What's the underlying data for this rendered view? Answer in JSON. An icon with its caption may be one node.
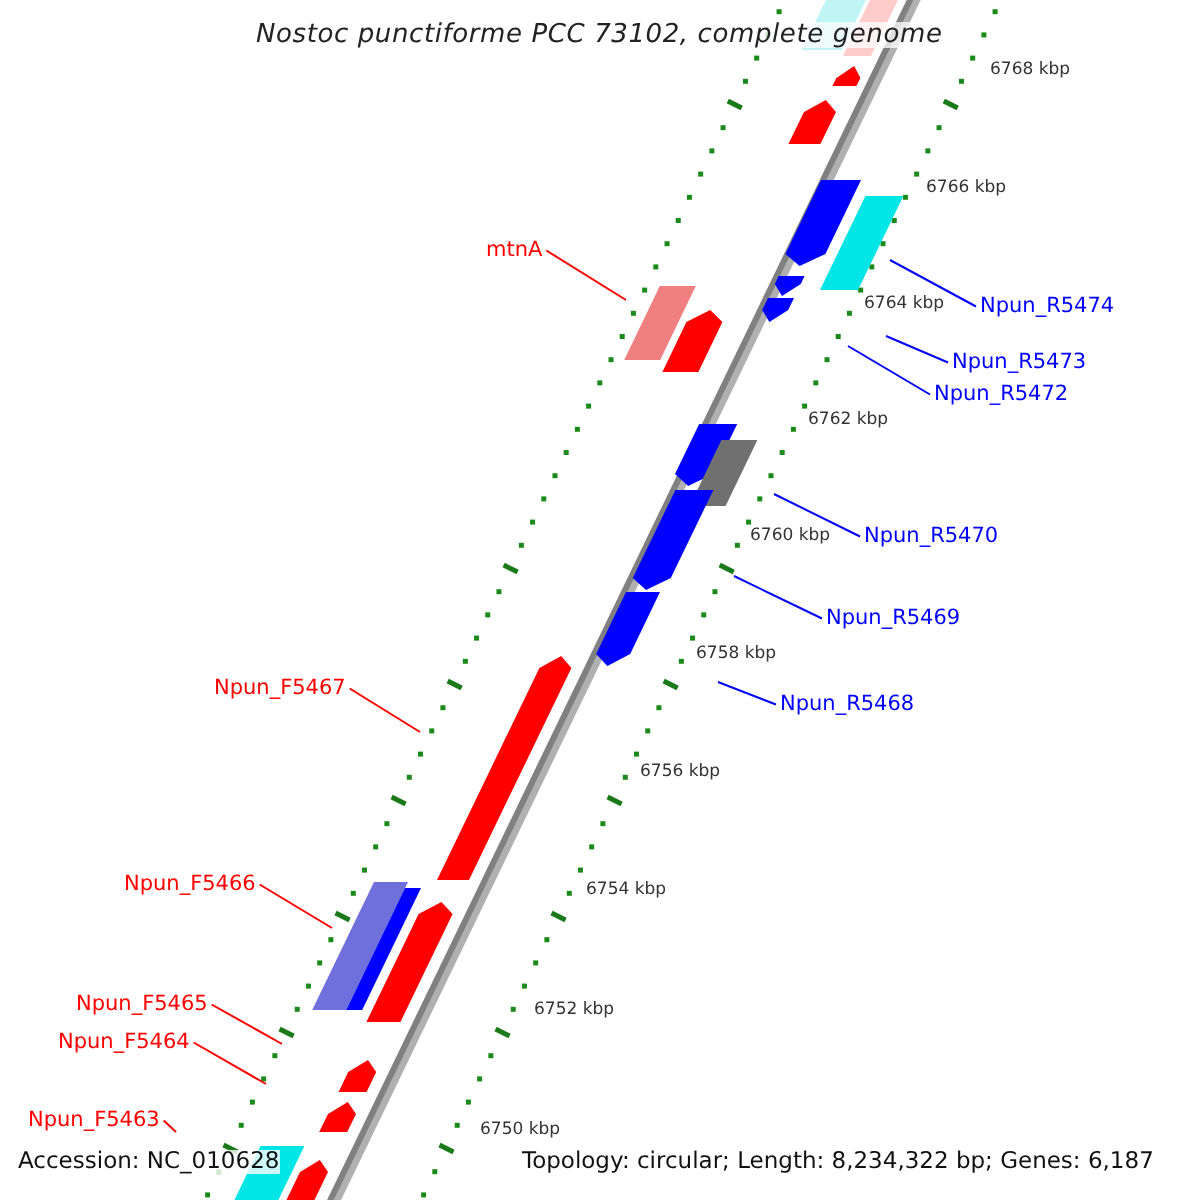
{
  "diagram": {
    "title": "Nostoc punctiforme PCC 73102, complete genome",
    "nodes": [
      {
        "text": [
          "mtnA"
        ]
      },
      {
        "text": [
          "Npun_R5474"
        ]
      },
      {
        "text": [
          "Npun_R5473"
        ]
      },
      {
        "text": [
          "Npun_R5472"
        ]
      },
      {
        "text": [
          "Npun_R5470"
        ]
      },
      {
        "text": [
          "Npun_R5469"
        ]
      },
      {
        "text": [
          "Npun_R5468"
        ]
      },
      {
        "text": [
          "Npun_F5467"
        ]
      },
      {
        "text": [
          "Npun_F5466"
        ]
      },
      {
        "text": [
          "Npun_F5465"
        ]
      },
      {
        "text": [
          "Npun_F5464"
        ]
      },
      {
        "text": [
          "Npun_F5463"
        ]
      }
    ],
    "edges": [
      {
        "from": 0,
        "to": null,
        "arrow": "none",
        "color": "#ff0000"
      },
      {
        "from": 1,
        "to": null,
        "arrow": "none",
        "color": "#0000ff"
      },
      {
        "from": 2,
        "to": null,
        "arrow": "none",
        "color": "#0000ff"
      },
      {
        "from": 3,
        "to": null,
        "arrow": "none",
        "color": "#0000ff"
      },
      {
        "from": 4,
        "to": null,
        "arrow": "none",
        "color": "#0000ff"
      },
      {
        "from": 5,
        "to": null,
        "arrow": "none",
        "color": "#0000ff"
      },
      {
        "from": 6,
        "to": null,
        "arrow": "none",
        "color": "#0000ff"
      },
      {
        "from": 7,
        "to": null,
        "arrow": "none",
        "color": "#ff0000"
      },
      {
        "from": 8,
        "to": null,
        "arrow": "none",
        "color": "#ff0000"
      },
      {
        "from": 9,
        "to": null,
        "arrow": "none",
        "color": "#ff0000"
      },
      {
        "from": 10,
        "to": null,
        "arrow": "none",
        "color": "#ff0000"
      },
      {
        "from": 11,
        "to": null,
        "arrow": "none",
        "color": "#ff0000"
      }
    ],
    "labels": [
      "6768 kbp",
      "6766 kbp",
      "6764 kbp",
      "6762 kbp",
      "6760 kbp",
      "6758 kbp",
      "6756 kbp",
      "6754 kbp",
      "6752 kbp",
      "6750 kbp",
      "Accession: NC_010628",
      "Topology: circular; Length: 8,234,322 bp; Genes: 6,187"
    ]
  }
}
